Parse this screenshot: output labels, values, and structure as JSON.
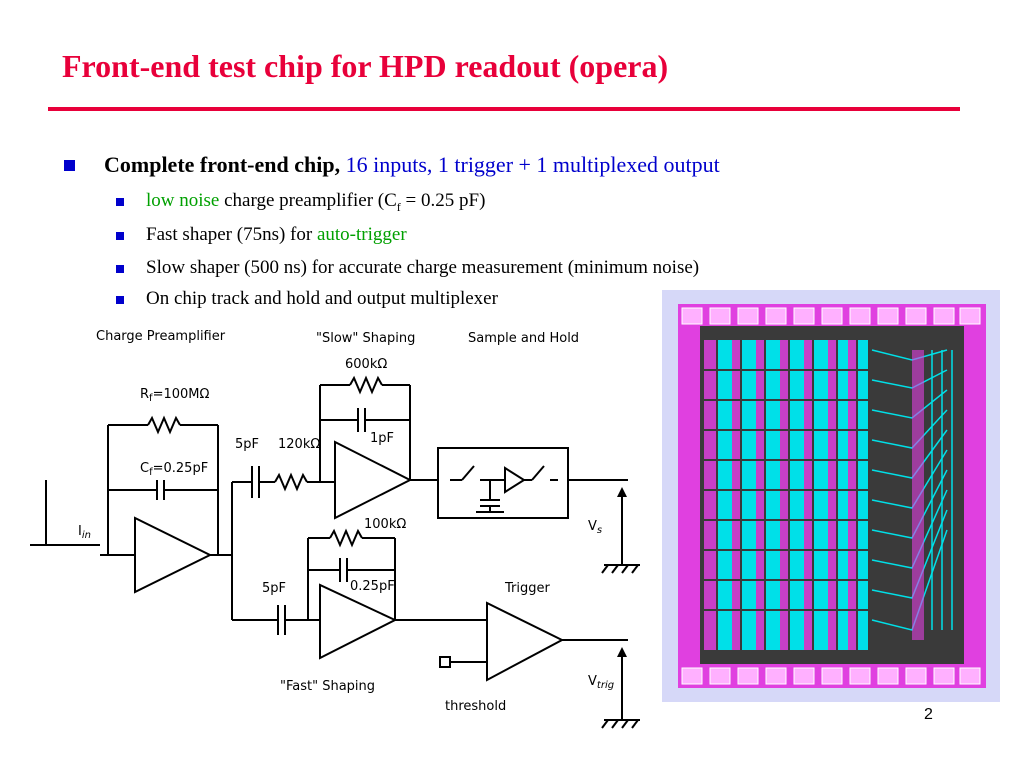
{
  "slide": {
    "title": "Front-end test chip for HPD readout (opera)",
    "page_number": "2"
  },
  "bullets": {
    "main": {
      "bold": "Complete front-end chip,",
      "rest": "16 inputs, 1 trigger + 1 multiplexed output"
    },
    "sub1": {
      "green": "low noise",
      "text_a": "charge preamplifier (C",
      "subscript": "f",
      "text_b": "= 0.25 pF)"
    },
    "sub2": {
      "text": "Fast shaper (75ns) for",
      "green": "auto-trigger"
    },
    "sub3": {
      "text": "Slow shaper (500 ns) for accurate charge measurement (minimum noise)"
    },
    "sub4": {
      "text": "On chip track and hold and output multiplexer"
    }
  },
  "schematic": {
    "label_preamp": "Charge Preamplifier",
    "label_slow": "\"Slow\" Shaping",
    "label_sh": "Sample and Hold",
    "label_trigger": "Trigger",
    "label_fast": "\"Fast\" Shaping",
    "label_threshold": "threshold",
    "rf_main": "R",
    "rf_sub": "f",
    "rf_val": "=100MΩ",
    "cf_main": "C",
    "cf_sub": "f",
    "cf_val": "=0.25pF",
    "cap_5pf_slow": "5pF",
    "res_120k": "120kΩ",
    "res_600k": "600kΩ",
    "cap_1pf": "1pF",
    "res_100k": "100kΩ",
    "cap_025pf": "0.25pF",
    "cap_5pf_fast": "5pF",
    "iin_main": "I",
    "iin_sub": "in",
    "vs_main": "V",
    "vs_sub": "s",
    "vtrig_main": "V",
    "vtrig_sub": "trig"
  },
  "colors": {
    "title": "#e8003a",
    "bullet": "#0000cc",
    "accent_blue": "#0000cc",
    "accent_green": "#00a000",
    "chip_magenta": "#e040e0",
    "chip_cyan": "#00e0e8"
  }
}
